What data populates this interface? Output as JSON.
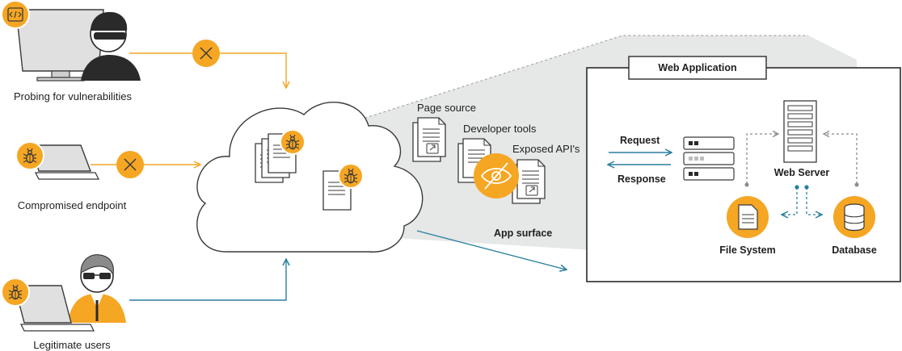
{
  "actors": [
    {
      "label": "Probing for vulnerabilities",
      "icon": "code-icon",
      "blocked": true
    },
    {
      "label": "Compromised endpoint",
      "icon": "bug-icon",
      "blocked": true
    },
    {
      "label": "Legitimate users",
      "icon": "bug-icon",
      "blocked": false
    }
  ],
  "surface": {
    "page_source": "Page source",
    "developer_tools": "Developer tools",
    "exposed_apis": "Exposed API's",
    "app_surface": "App surface"
  },
  "web_app": {
    "title": "Web Application",
    "request": "Request",
    "response": "Response",
    "web_server": "Web Server",
    "file_system": "File System",
    "database": "Database"
  },
  "colors": {
    "accent_orange": "#f5a623",
    "teal_arrow": "#2a7f9e",
    "panel_gray": "#e6e7e7",
    "dark_outline": "#3a3a3a"
  }
}
